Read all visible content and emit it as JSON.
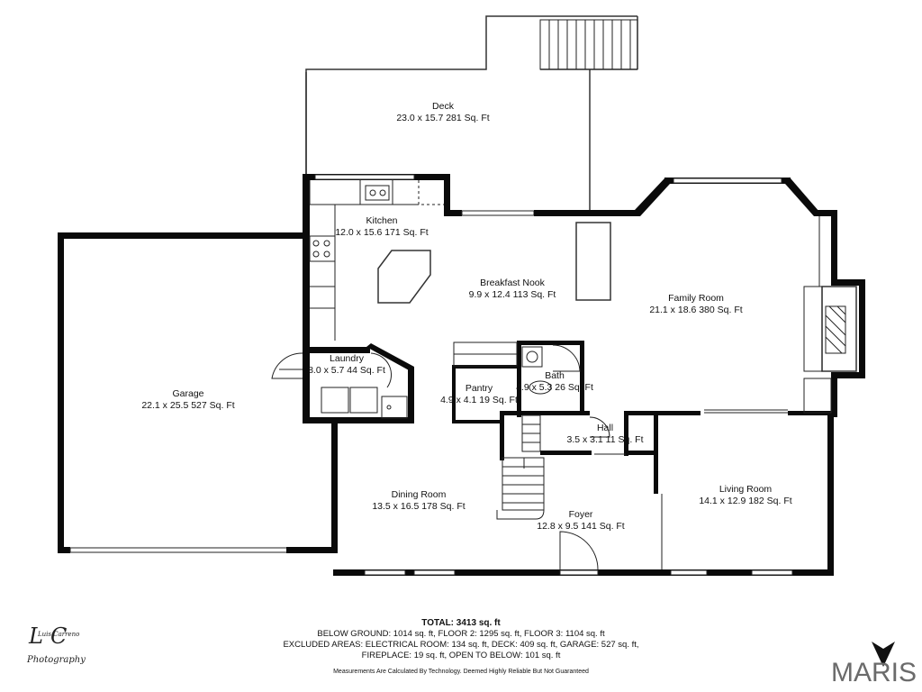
{
  "rooms": {
    "deck": {
      "name": "Deck",
      "dims": "23.0 x 15.7 281 Sq. Ft"
    },
    "kitchen": {
      "name": "Kitchen",
      "dims": "12.0 x 15.6 171 Sq. Ft"
    },
    "breakfast_nook": {
      "name": "Breakfast Nook",
      "dims": "9.9 x 12.4 113 Sq. Ft"
    },
    "family_room": {
      "name": "Family Room",
      "dims": "21.1 x 18.6 380 Sq. Ft"
    },
    "garage": {
      "name": "Garage",
      "dims": "22.1 x 25.5 527 Sq. Ft"
    },
    "laundry": {
      "name": "Laundry",
      "dims": "8.0 x 5.7 44 Sq. Ft"
    },
    "pantry": {
      "name": "Pantry",
      "dims": "4.9 x 4.1 19 Sq. Ft"
    },
    "bath": {
      "name": "Bath",
      "dims": "4.9 x 5.3 26 Sq. Ft"
    },
    "hall": {
      "name": "Hall",
      "dims": "3.5 x 3.1 11 Sq. Ft"
    },
    "dining_room": {
      "name": "Dining Room",
      "dims": "13.5 x 16.5 178 Sq. Ft"
    },
    "foyer": {
      "name": "Foyer",
      "dims": "12.8 x 9.5 141 Sq. Ft"
    },
    "living_room": {
      "name": "Living Room",
      "dims": "14.1 x 12.9 182 Sq. Ft"
    }
  },
  "summary": {
    "total": "TOTAL: 3413 sq. ft",
    "line1": "BELOW GROUND: 1014 sq. ft, FLOOR 2: 1295 sq. ft, FLOOR 3: 1104 sq. ft",
    "line2": "EXCLUDED AREAS: ELECTRICAL ROOM: 134 sq. ft, DECK: 409 sq. ft, GARAGE: 527 sq. ft,",
    "line3": "FIREPLACE: 19 sq. ft, OPEN TO BELOW: 101 sq. ft",
    "disclaimer": "Measurements Are Calculated By Technology. Deemed Highly Reliable But Not Guaranteed"
  },
  "photographer_logo": {
    "line1": "Luis Carreno",
    "line2": "Photography"
  },
  "brand": {
    "text": "MARIS"
  }
}
